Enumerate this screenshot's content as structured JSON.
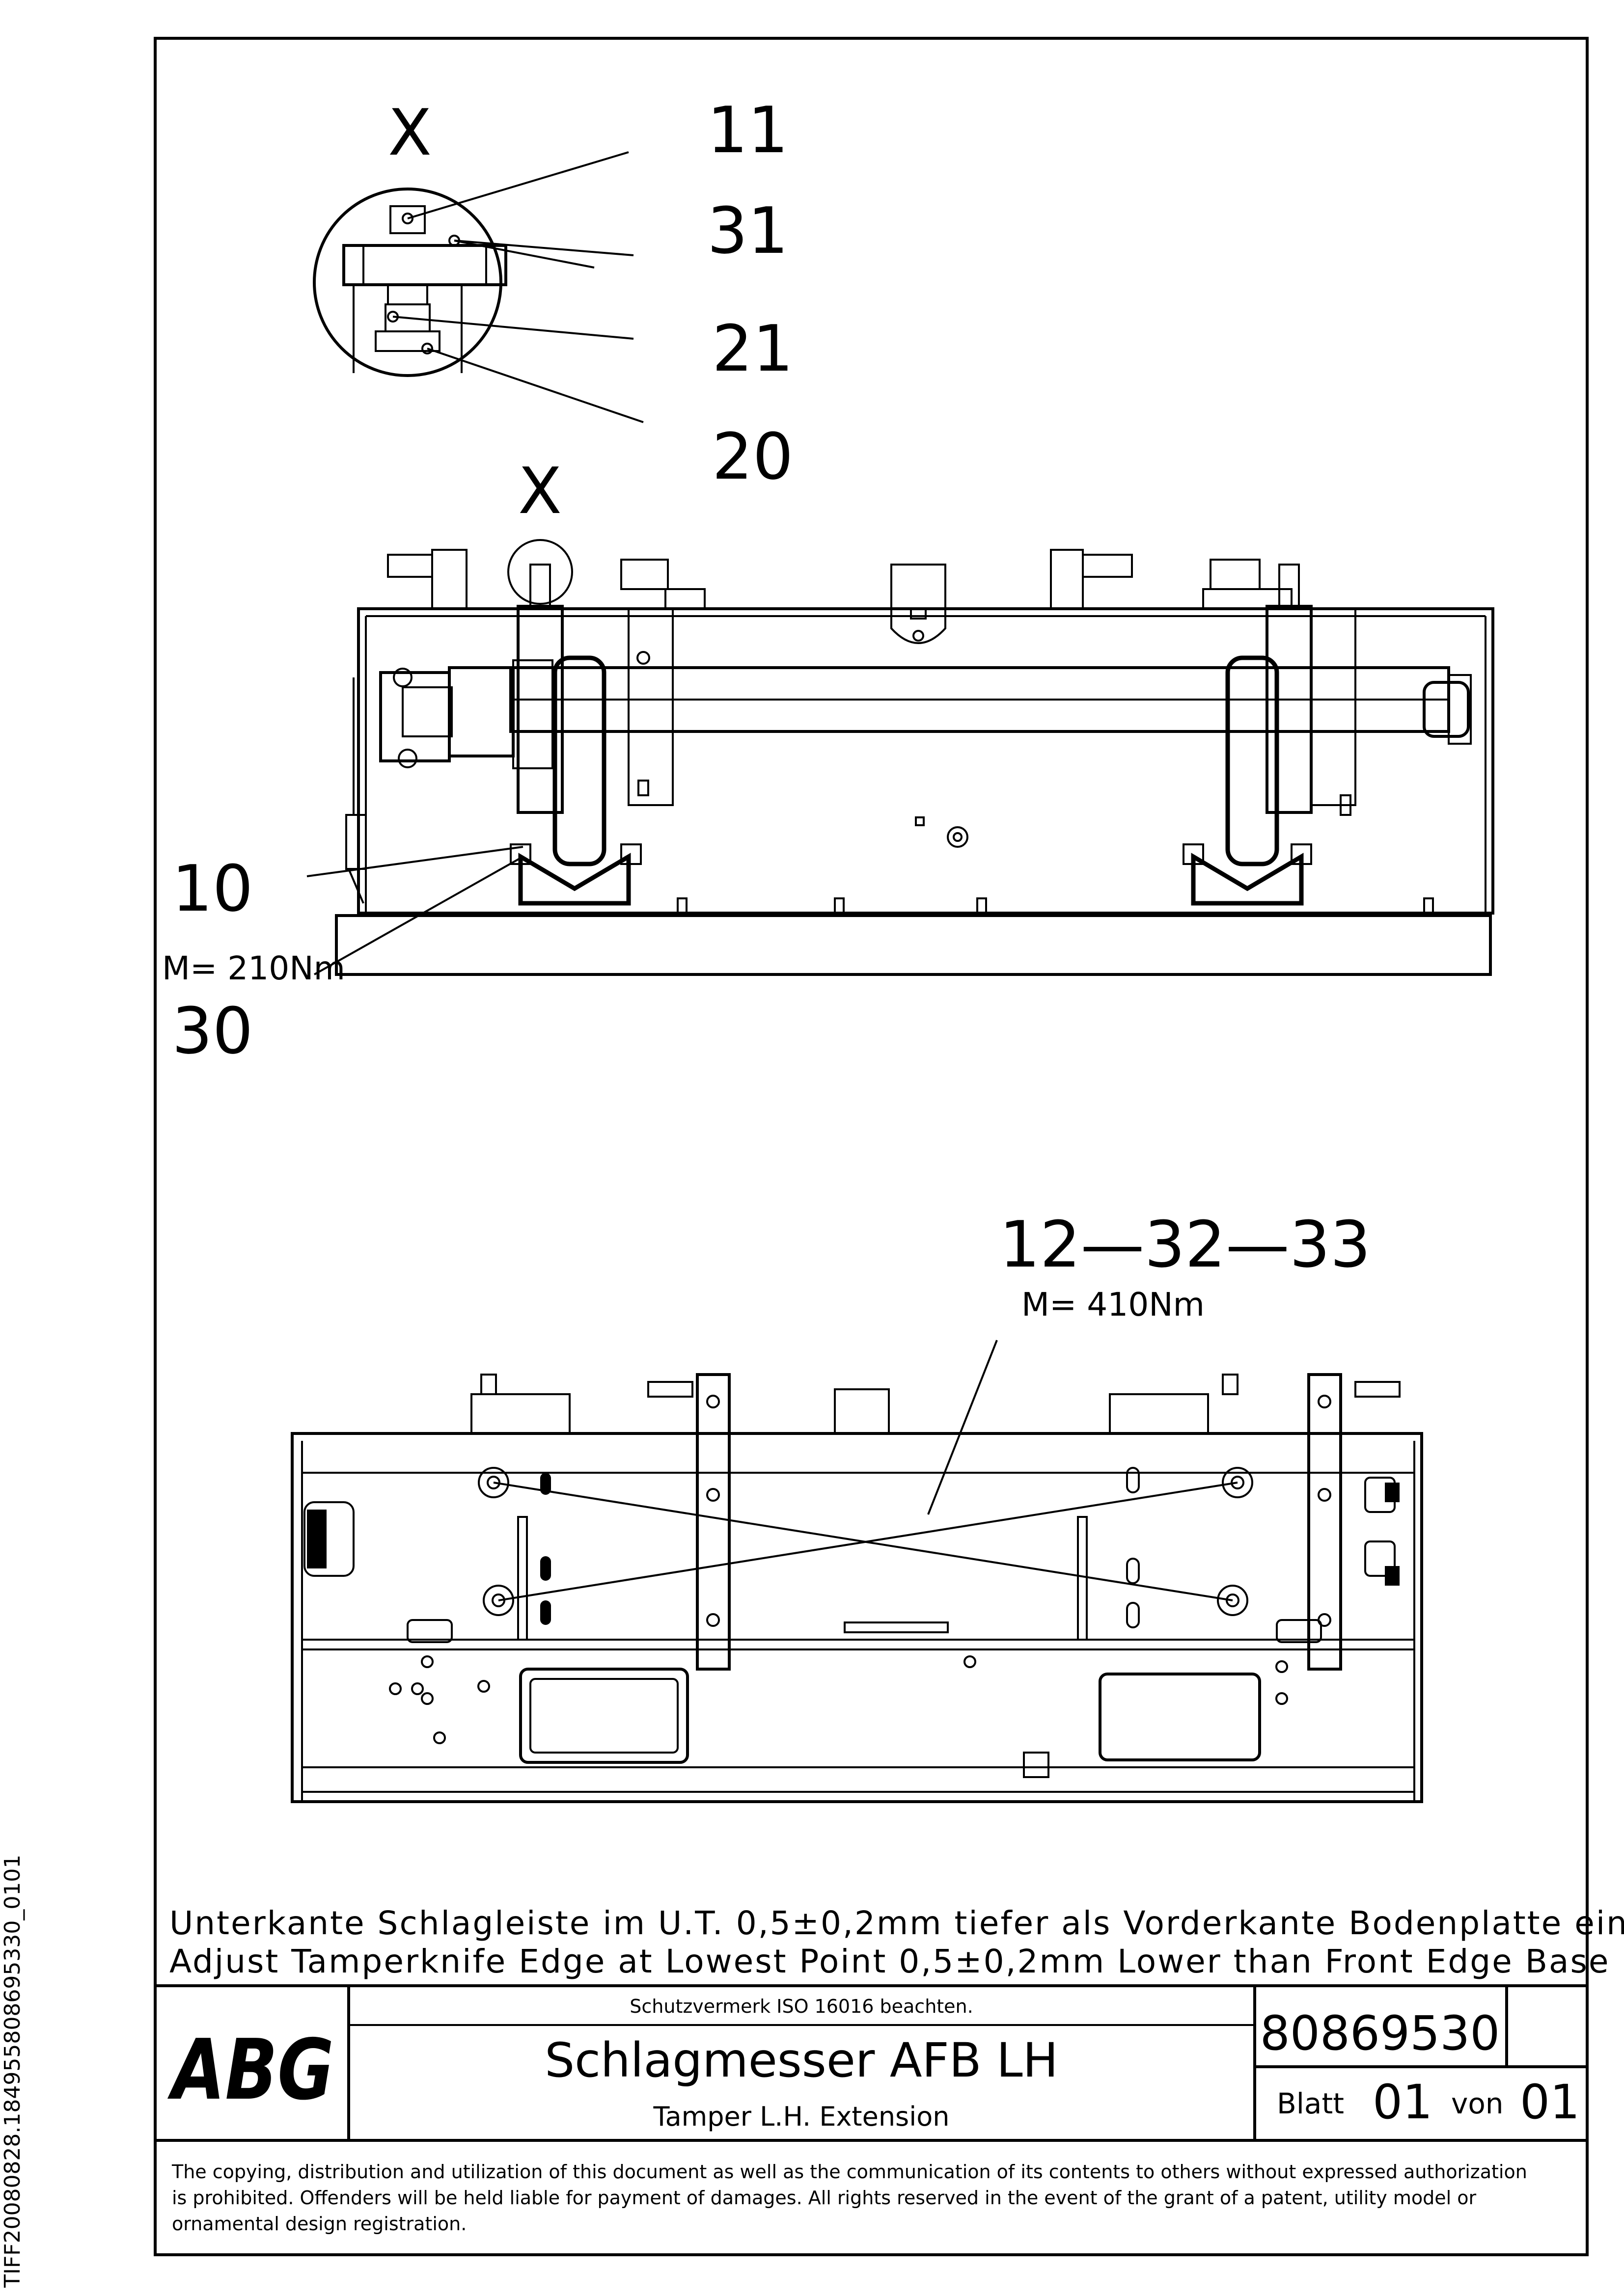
{
  "side_id": "TIFF20080828.184955808695330_0101",
  "detail": {
    "view_label": "X",
    "callouts": [
      "11",
      "31",
      "21",
      "20"
    ]
  },
  "top_view": {
    "view_marker": "X",
    "callout_left": "10",
    "torque_left": "M= 210Nm",
    "callout_bottom": "30"
  },
  "bottom_view": {
    "callout": "12—32—33",
    "torque": "M= 410Nm"
  },
  "notes": {
    "de": "Unterkante Schlagleiste im U.T. 0,5±0,2mm tiefer als Vorderkante Bodenplatte eingestellt",
    "en": "Adjust Tamperknife Edge at Lowest Point 0,5±0,2mm Lower than Front Edge Base Plate"
  },
  "title_block": {
    "logo": "ABG",
    "protection_note": "Schutzvermerk ISO 16016 beachten.",
    "title_de": "Schlagmesser AFB LH",
    "title_en": "Tamper L.H. Extension",
    "drawing_number": "80869530",
    "sheet_label": "Blatt",
    "sheet_no": "01",
    "of_label": "von",
    "sheet_total": "01"
  },
  "copyright": [
    "The copying, distribution and utilization of this document as well as the communication of its contents to others without expressed authorization",
    "is prohibited. Offenders will be held liable for payment of damages. All rights reserved in the event of the grant of a patent, utility model or",
    "ornamental design registration."
  ]
}
